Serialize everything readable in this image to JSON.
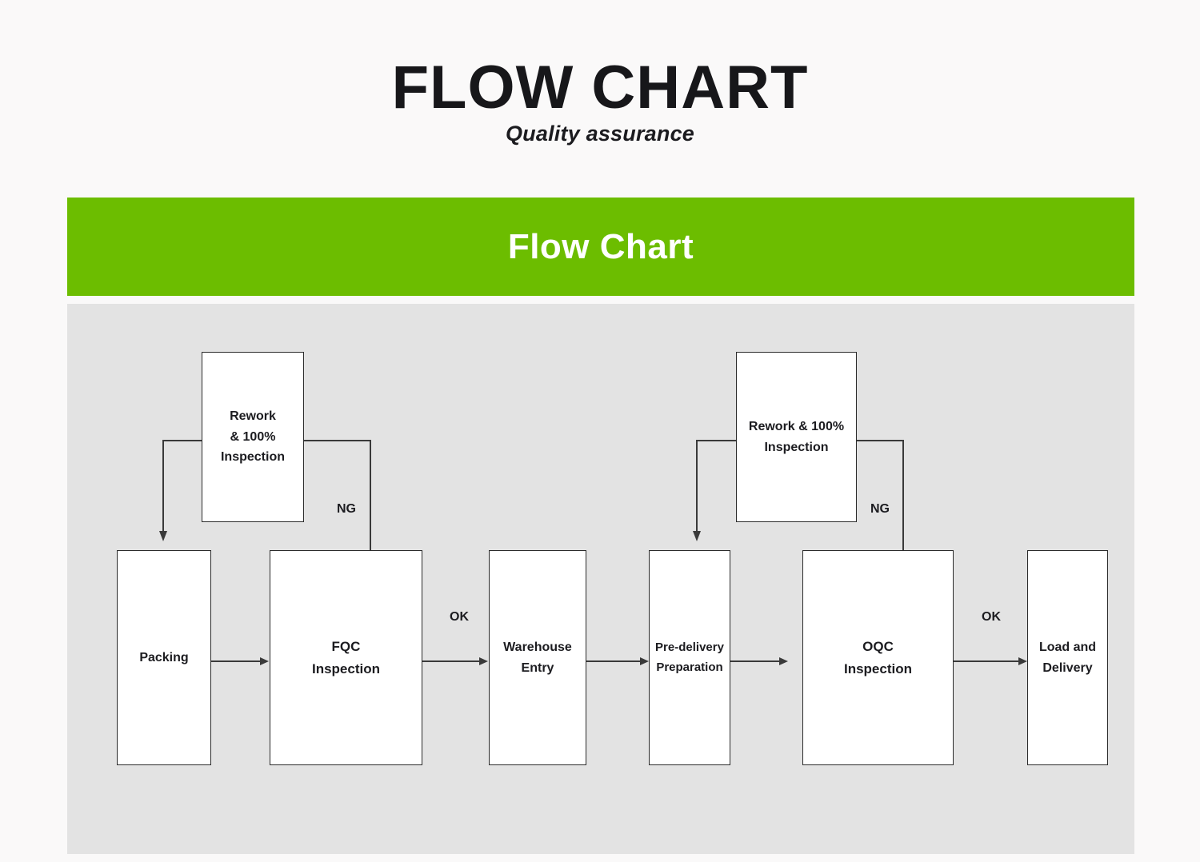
{
  "header": {
    "title": "FLOW CHART",
    "subtitle": "Quality assurance"
  },
  "banner": {
    "title": "Flow Chart",
    "background_color": "#6CBD00",
    "text_color": "#FFFFFF"
  },
  "canvas": {
    "background_color": "#E3E3E3",
    "page_background_color": "#FAF9F9",
    "node_fill_color": "#FFFFFF",
    "node_border_color": "#2B2B2B",
    "connector_color": "#3A3A3A"
  },
  "chart_data": {
    "type": "diagram",
    "title": "Flow Chart",
    "subtitle": "Quality assurance",
    "nodes": [
      {
        "id": "rework1",
        "label": "Rework & 100% Inspection",
        "lines": [
          "Rework",
          "& 100%",
          "Inspection"
        ],
        "row": "top"
      },
      {
        "id": "rework2",
        "label": "Rework & 100% Inspection",
        "lines": [
          "Rework & 100%",
          "Inspection"
        ],
        "row": "top"
      },
      {
        "id": "packing",
        "label": "Packing",
        "lines": [
          "Packing"
        ],
        "row": "main"
      },
      {
        "id": "fqc",
        "label": "FQC Inspection",
        "lines": [
          "FQC",
          "Inspection"
        ],
        "row": "main"
      },
      {
        "id": "warehouse",
        "label": "Warehouse Entry",
        "lines": [
          "Warehouse",
          "Entry"
        ],
        "row": "main"
      },
      {
        "id": "predelivery",
        "label": "Pre-delivery Preparation",
        "lines": [
          "Pre-delivery",
          "Preparation"
        ],
        "row": "main"
      },
      {
        "id": "oqc",
        "label": "OQC Inspection",
        "lines": [
          "OQC",
          "Inspection"
        ],
        "row": "main"
      },
      {
        "id": "loaddelivery",
        "label": "Load and Delivery",
        "lines": [
          "Load and",
          "Delivery"
        ],
        "row": "main"
      }
    ],
    "edges": [
      {
        "from": "packing",
        "to": "fqc",
        "label": ""
      },
      {
        "from": "fqc",
        "to": "rework2_na",
        "label": "NG",
        "note": "FQC NG loops up to rework1"
      },
      {
        "from": "fqc",
        "to": "warehouse",
        "label": "OK"
      },
      {
        "from": "rework1",
        "to": "packing",
        "label": ""
      },
      {
        "from": "warehouse",
        "to": "predelivery",
        "label": ""
      },
      {
        "from": "predelivery",
        "to": "oqc",
        "label": ""
      },
      {
        "from": "oqc",
        "to": "rework2",
        "label": "NG"
      },
      {
        "from": "oqc",
        "to": "loaddelivery",
        "label": "OK"
      },
      {
        "from": "rework2",
        "to": "predelivery",
        "label": ""
      }
    ],
    "edge_labels": {
      "ng_left": "NG",
      "ng_right": "NG",
      "ok_left": "OK",
      "ok_right": "OK"
    }
  },
  "nodes": {
    "rework1": {
      "l1": "Rework",
      "l2": "& 100%",
      "l3": "Inspection"
    },
    "rework2": {
      "l1": "Rework & 100%",
      "l2": "Inspection"
    },
    "packing": {
      "l1": "Packing"
    },
    "fqc": {
      "l1": "FQC",
      "l2": "Inspection"
    },
    "warehouse": {
      "l1": "Warehouse",
      "l2": "Entry"
    },
    "predelivery": {
      "l1": "Pre-delivery",
      "l2": "Preparation"
    },
    "oqc": {
      "l1": "OQC",
      "l2": "Inspection"
    },
    "loaddelivery": {
      "l1": "Load and",
      "l2": "Delivery"
    }
  },
  "labels": {
    "ng_left": "NG",
    "ng_right": "NG",
    "ok_left": "OK",
    "ok_right": "OK"
  }
}
